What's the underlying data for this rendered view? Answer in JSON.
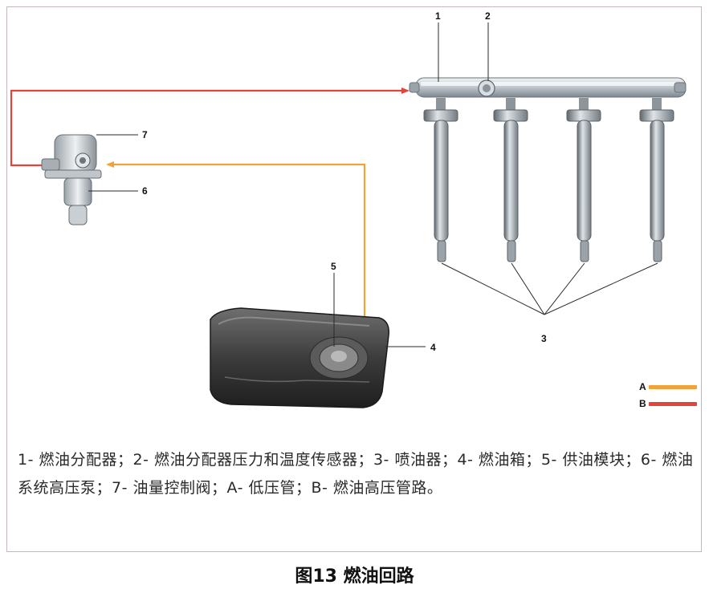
{
  "labels": {
    "n1": "1",
    "n2": "2",
    "n3": "3",
    "n4": "4",
    "n5": "5",
    "n6": "6",
    "n7": "7"
  },
  "legend": {
    "a_label": "A",
    "b_label": "B",
    "a_color": "#f2a23a",
    "b_color": "#e2443a"
  },
  "caption": {
    "text": "1- 燃油分配器；2- 燃油分配器压力和温度传感器；3- 喷油器；4- 燃油箱；5- 供油模块；6- 燃油系统高压泵；7- 油量控制阀；A- 低压管；B- 燃油高压管路。"
  },
  "figure_title": "图13 燃油回路"
}
